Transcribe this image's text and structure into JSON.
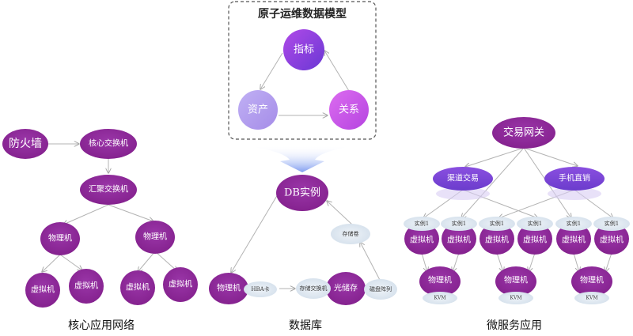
{
  "colors": {
    "node": "#8f2a9a",
    "node_light": "#9b3bb0",
    "tag": "#dde6f0",
    "edge": "#b3b3b3",
    "model_metric": "#8a3fe0",
    "model_asset": "#b9a3f0",
    "model_relation": "#cc55e8",
    "channel": "#7c45d6"
  },
  "model": {
    "title": "原子运维数据模型",
    "metric": "指标",
    "asset": "资产",
    "relation": "关系"
  },
  "network": {
    "caption": "核心应用网络",
    "firewall": "防火墙",
    "core_switch": "核心交换机",
    "agg_switch": "汇聚交换机",
    "physical": [
      "物理机",
      "物理机"
    ],
    "virtual": [
      "虚拟机",
      "虚拟机",
      "虚拟机",
      "虚拟机"
    ]
  },
  "database": {
    "caption": "数据库",
    "db_instance": "DB实例",
    "physical": "物理机",
    "hba": "HBA卡",
    "storage_switch": "存储交换机",
    "optical_storage": "光储存",
    "disk_array": "磁盘阵列",
    "volume": "存储卷"
  },
  "microservice": {
    "caption": "微服务应用",
    "gateway": "交易网关",
    "channels": [
      "渠道交易",
      "手机直销"
    ],
    "instances": [
      "实例1",
      "实例1",
      "实例1",
      "实例1",
      "实例1",
      "实例1"
    ],
    "vms": [
      "虚拟机",
      "虚拟机",
      "虚拟机",
      "虚拟机",
      "虚拟机",
      "虚拟机"
    ],
    "physical": [
      "物理机",
      "物理机",
      "物理机"
    ],
    "hypervisor": [
      "KVM",
      "KVM",
      "KVM"
    ]
  }
}
